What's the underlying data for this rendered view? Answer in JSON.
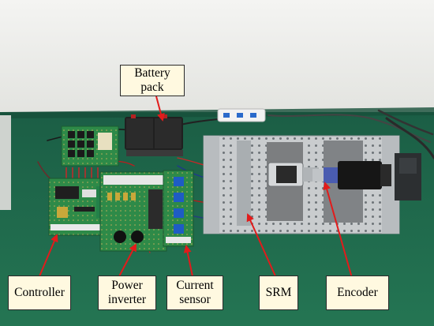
{
  "labels": {
    "battery_pack": "Battery\npack",
    "controller": "Controller",
    "power_inverter": "Power\ninverter",
    "current_sensor": "Current\nsensor",
    "srm": "SRM",
    "encoder": "Encoder"
  },
  "colors": {
    "wall": "#ededeb",
    "table_green": "#1f6a4e",
    "callout_fill": "#fff9e0",
    "pointer_red": "#e21b1b"
  }
}
